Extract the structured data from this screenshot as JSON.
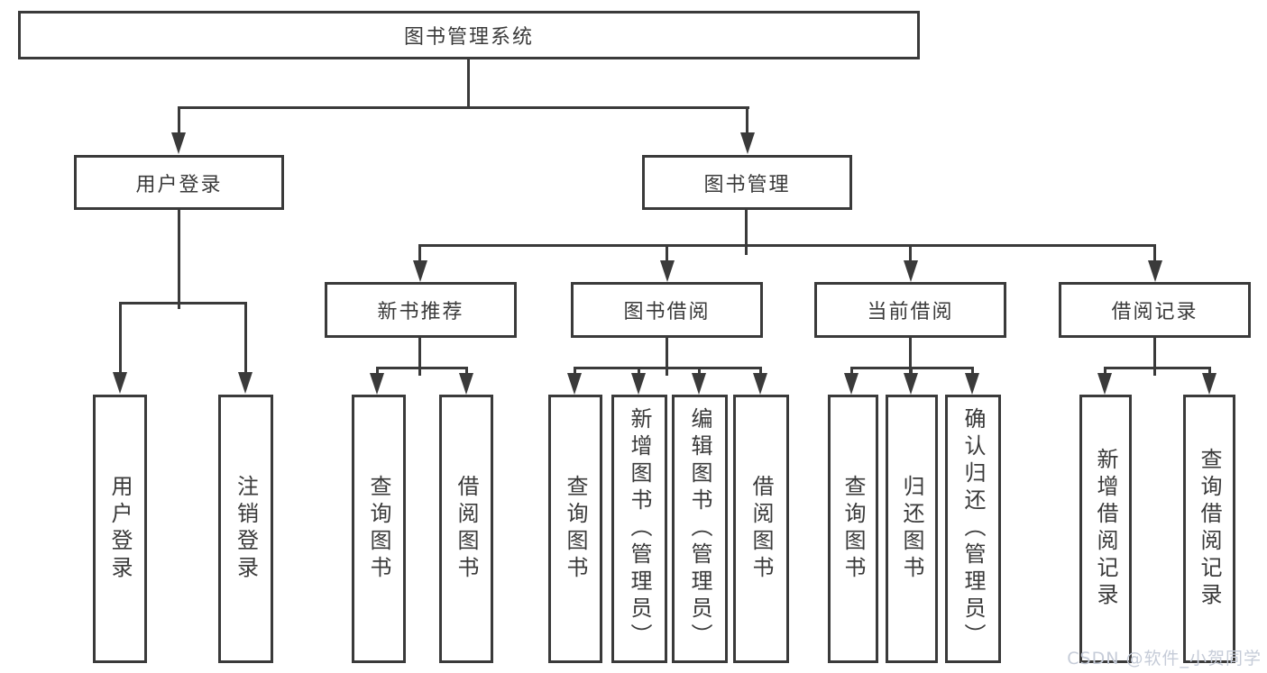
{
  "diagram": {
    "type": "tree",
    "colors": {
      "line": "#3a3a3a",
      "box_border": "#3a3a3a",
      "text": "#3a3a3a",
      "background": "#ffffff",
      "watermark_text": "#c6ccd8"
    },
    "nodes": {
      "root": "图书管理系统",
      "user_login": "用户登录",
      "book_mgmt": "图书管理",
      "new_book_rec": "新书推荐",
      "book_borrow": "图书借阅",
      "current_borrow": "当前借阅",
      "borrow_record": "借阅记录",
      "leaf_user_login": "用户登录",
      "leaf_logout": "注销登录",
      "leaf_nb_query": "查询图书",
      "leaf_nb_borrow": "借阅图书",
      "leaf_bb_query": "查询图书",
      "leaf_bb_add": "新增图书（管理员）",
      "leaf_bb_edit": "编辑图书（管理员）",
      "leaf_bb_borrow": "借阅图书",
      "leaf_cb_query": "查询图书",
      "leaf_cb_return": "归还图书",
      "leaf_cb_confirm": "确认归还（管理员）",
      "leaf_br_add": "新增借阅记录",
      "leaf_br_query": "查询借阅记录"
    },
    "edges": [
      [
        "root",
        "user_login"
      ],
      [
        "root",
        "book_mgmt"
      ],
      [
        "user_login",
        "leaf_user_login"
      ],
      [
        "user_login",
        "leaf_logout"
      ],
      [
        "book_mgmt",
        "new_book_rec"
      ],
      [
        "book_mgmt",
        "book_borrow"
      ],
      [
        "book_mgmt",
        "current_borrow"
      ],
      [
        "book_mgmt",
        "borrow_record"
      ],
      [
        "new_book_rec",
        "leaf_nb_query"
      ],
      [
        "new_book_rec",
        "leaf_nb_borrow"
      ],
      [
        "book_borrow",
        "leaf_bb_query"
      ],
      [
        "book_borrow",
        "leaf_bb_add"
      ],
      [
        "book_borrow",
        "leaf_bb_edit"
      ],
      [
        "book_borrow",
        "leaf_bb_borrow"
      ],
      [
        "current_borrow",
        "leaf_cb_query"
      ],
      [
        "current_borrow",
        "leaf_cb_return"
      ],
      [
        "current_borrow",
        "leaf_cb_confirm"
      ],
      [
        "borrow_record",
        "leaf_br_add"
      ],
      [
        "borrow_record",
        "leaf_br_query"
      ]
    ],
    "watermark": "CSDN @软件_小贺同学"
  }
}
